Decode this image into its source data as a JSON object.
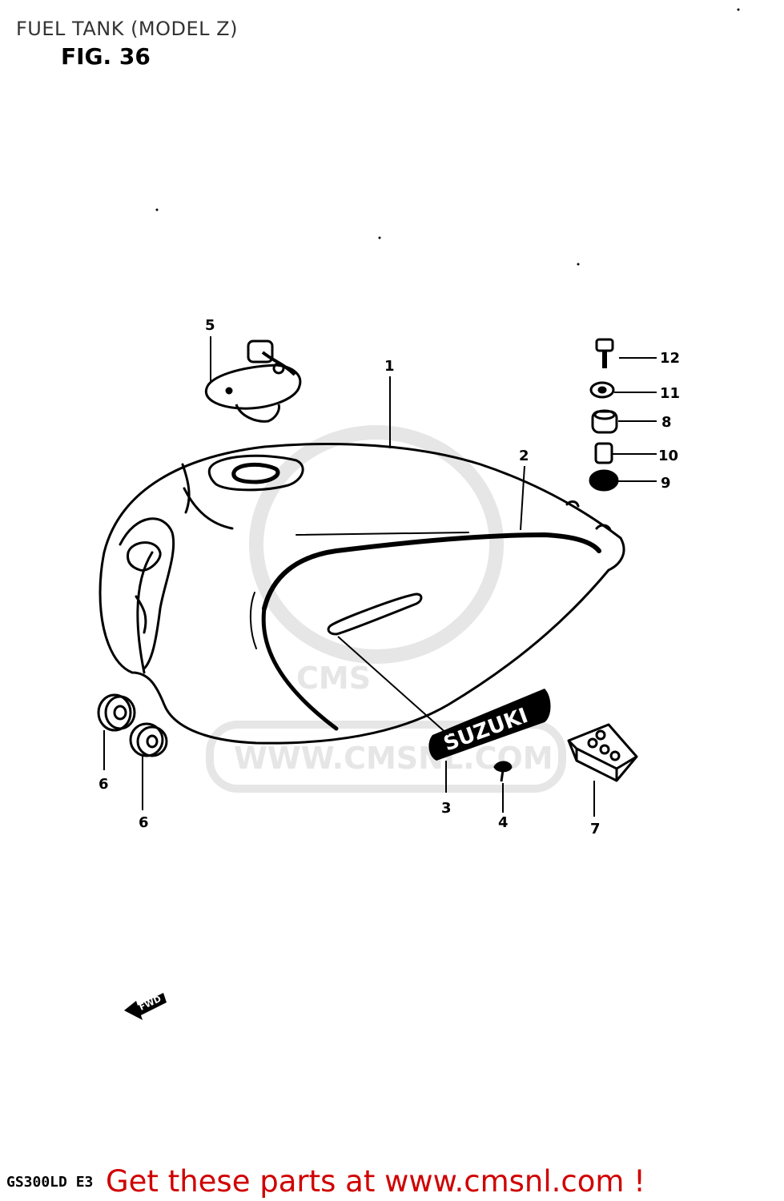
{
  "header": {
    "title": "FUEL TANK (MODEL Z)",
    "figure": "FIG. 36"
  },
  "watermark": {
    "logo_text": "CMS",
    "url": "WWW.CMSNL.COM"
  },
  "badge_text": "SUZUKI",
  "fwd_arrow": "FWD",
  "callouts": {
    "tank": "1",
    "stripe": "2",
    "emblem": "3",
    "screw": "4",
    "cap": "5",
    "cushion_a": "6",
    "cushion_b": "6",
    "tool_kit": "7",
    "cushion_8": "8",
    "cushion_9": "9",
    "spacer": "10",
    "washer": "11",
    "bolt": "12"
  },
  "footer": {
    "model_code": "GS300LD E3",
    "cta": "Get these parts at www.cmsnl.com !"
  },
  "colors": {
    "cta": "#d00000",
    "line": "#000000",
    "watermark": "#e6e6e6"
  }
}
